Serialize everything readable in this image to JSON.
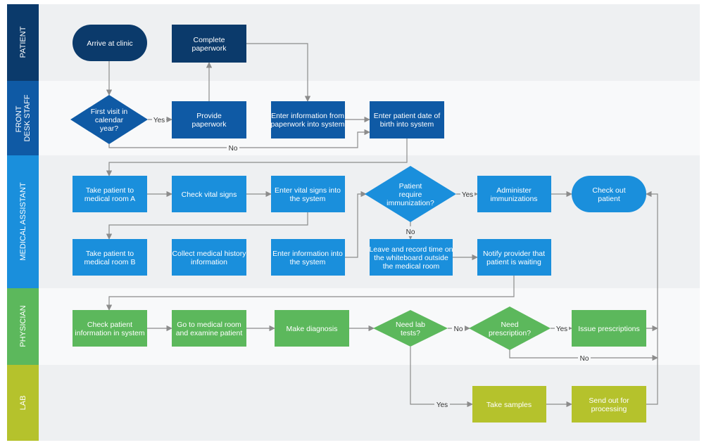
{
  "colors": {
    "patient": "#0b3a6b",
    "front_desk": "#0f5aa5",
    "medical_assistant": "#1a8fdc",
    "physician": "#5cb85c",
    "lab": "#b5c22c",
    "lane_bg_light": "#eef0f2",
    "lane_bg_white": "#f8f9fa",
    "connector": "#8c8c8c"
  },
  "lanes": [
    {
      "id": "patient",
      "label": "PATIENT",
      "color": "#0b3a6b"
    },
    {
      "id": "front_desk",
      "label": "FRONT DESK STAFF",
      "color": "#0f5aa5"
    },
    {
      "id": "medical_assistant",
      "label": "MEDICAL ASSISTANT",
      "color": "#1a8fdc"
    },
    {
      "id": "physician",
      "label": "PHYSICIAN",
      "color": "#5cb85c"
    },
    {
      "id": "lab",
      "label": "LAB",
      "color": "#b5c22c"
    }
  ],
  "nodes": [
    {
      "id": "arrive",
      "lines": [
        "Arrive at clinic"
      ]
    },
    {
      "id": "complete_paperwork",
      "lines": [
        "Complete",
        "paperwork"
      ]
    },
    {
      "id": "first_visit",
      "lines": [
        "First visit in",
        "calendar",
        "year?"
      ]
    },
    {
      "id": "provide_paperwork",
      "lines": [
        "Provide",
        "paperwork"
      ]
    },
    {
      "id": "enter_info",
      "lines": [
        "Enter information from",
        "paperwork into system"
      ]
    },
    {
      "id": "enter_dob",
      "lines": [
        "Enter patient date of",
        "birth into system"
      ]
    },
    {
      "id": "take_room_a",
      "lines": [
        "Take patient to",
        "medical room A"
      ]
    },
    {
      "id": "check_vitals",
      "lines": [
        "Check vital signs"
      ]
    },
    {
      "id": "enter_vitals",
      "lines": [
        "Enter vital signs into",
        "the system"
      ]
    },
    {
      "id": "require_immun",
      "lines": [
        "Patient",
        "require",
        "immunization?"
      ]
    },
    {
      "id": "administer",
      "lines": [
        "Administer",
        "immunizations"
      ]
    },
    {
      "id": "check_out",
      "lines": [
        "Check out",
        "patient"
      ]
    },
    {
      "id": "take_room_b",
      "lines": [
        "Take patient to",
        "medical room B"
      ]
    },
    {
      "id": "collect_history",
      "lines": [
        "Collect medical history",
        "information"
      ]
    },
    {
      "id": "enter_info_ma",
      "lines": [
        "Enter information into",
        "the system"
      ]
    },
    {
      "id": "leave_record",
      "lines": [
        "Leave and record time on",
        "the whiteboard outside",
        "the medical room"
      ]
    },
    {
      "id": "notify",
      "lines": [
        "Notify provider that",
        "patient is waiting"
      ]
    },
    {
      "id": "check_info",
      "lines": [
        "Check patient",
        "information in system"
      ]
    },
    {
      "id": "go_room",
      "lines": [
        "Go to medical room",
        "and examine patient"
      ]
    },
    {
      "id": "diagnosis",
      "lines": [
        "Make diagnosis"
      ]
    },
    {
      "id": "need_lab",
      "lines": [
        "Need lab",
        "tests?"
      ]
    },
    {
      "id": "need_rx",
      "lines": [
        "Need",
        "prescription?"
      ]
    },
    {
      "id": "issue_rx",
      "lines": [
        "Issue prescriptions"
      ]
    },
    {
      "id": "take_samples",
      "lines": [
        "Take samples"
      ]
    },
    {
      "id": "send_out",
      "lines": [
        "Send out for",
        "processing"
      ]
    }
  ],
  "edge_labels": {
    "yes_first_visit": "Yes",
    "no_first_visit": "No",
    "yes_immun": "Yes",
    "no_immun": "No",
    "no_lab": "No",
    "yes_rx": "Yes",
    "no_rx": "No",
    "yes_lab": "Yes"
  }
}
